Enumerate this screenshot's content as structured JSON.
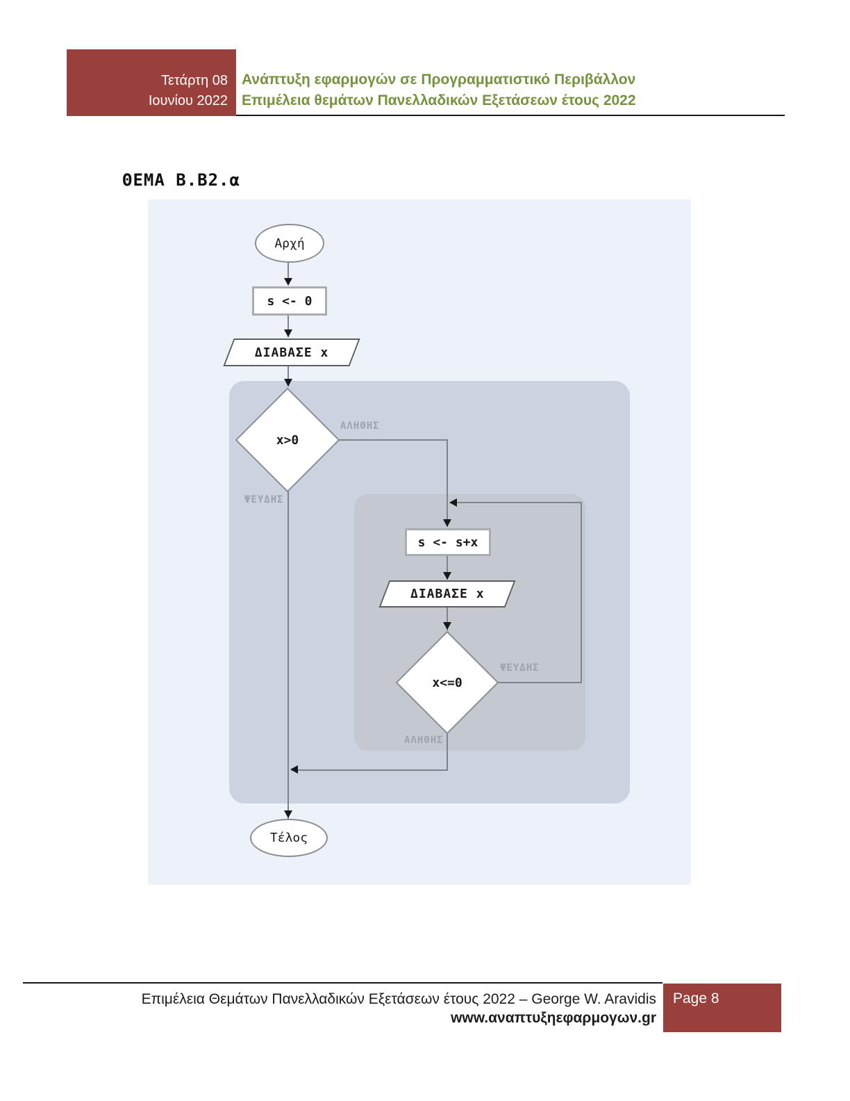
{
  "header": {
    "date_line1": "Τετάρτη 08",
    "date_line2": "Ιουνίου 2022",
    "title_line1": "Ανάπτυξη εφαρμογών σε Προγραμματιστικό Περιβάλλον",
    "title_line2": "Επιμέλεια θεμάτων Πανελλαδικών Εξετάσεων έτους 2022"
  },
  "section_title": "ΘΕΜΑ B.B2.α",
  "flowchart": {
    "start": "Αρχή",
    "init": "s <- 0",
    "read1": "ΔΙΑΒΑΣΕ x",
    "decision1": {
      "text": "x>0",
      "true_label": "ΑΛΗΘΗΣ",
      "false_label": "ΨΕΥΔΗΣ"
    },
    "assign": "s <- s+x",
    "read2": "ΔΙΑΒΑΣΕ x",
    "decision2": {
      "text": "x<=0",
      "true_label": "ΑΛΗΘΗΣ",
      "false_label": "ΨΕΥΔΗΣ"
    },
    "end": "Τέλος"
  },
  "footer": {
    "line1": "Επιμέλεια Θεμάτων Πανελλαδικών Εξετάσεων έτους 2022 – George W. Aravidis",
    "line2": "www.αναπτυξηεφαρμογων.gr",
    "page": "Page 8"
  },
  "colors": {
    "accent_red": "#9A403C",
    "accent_green": "#76923C",
    "panel_bg": "#EDF1F8",
    "outer_region_bg": "#CBD2E0",
    "inner_region_bg": "#C4C9D0",
    "connector_gray": "#7E8389",
    "branch_label_gray": "#9DA3AC"
  }
}
